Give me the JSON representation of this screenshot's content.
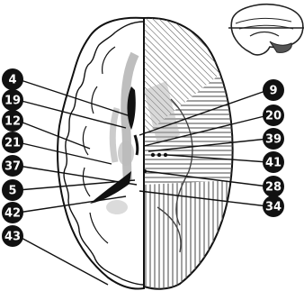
{
  "figure": {
    "left_labels": [
      {
        "id": "label-4",
        "text": "4"
      },
      {
        "id": "label-19",
        "text": "19"
      },
      {
        "id": "label-12",
        "text": "12"
      },
      {
        "id": "label-21",
        "text": "21"
      },
      {
        "id": "label-37",
        "text": "37"
      },
      {
        "id": "label-5",
        "text": "5"
      },
      {
        "id": "label-42",
        "text": "42"
      },
      {
        "id": "label-43",
        "text": "43"
      }
    ],
    "right_labels": [
      {
        "id": "label-9",
        "text": "9"
      },
      {
        "id": "label-20",
        "text": "20"
      },
      {
        "id": "label-39",
        "text": "39"
      },
      {
        "id": "label-41",
        "text": "41"
      },
      {
        "id": "label-28",
        "text": "28"
      },
      {
        "id": "label-34",
        "text": "34"
      }
    ]
  }
}
